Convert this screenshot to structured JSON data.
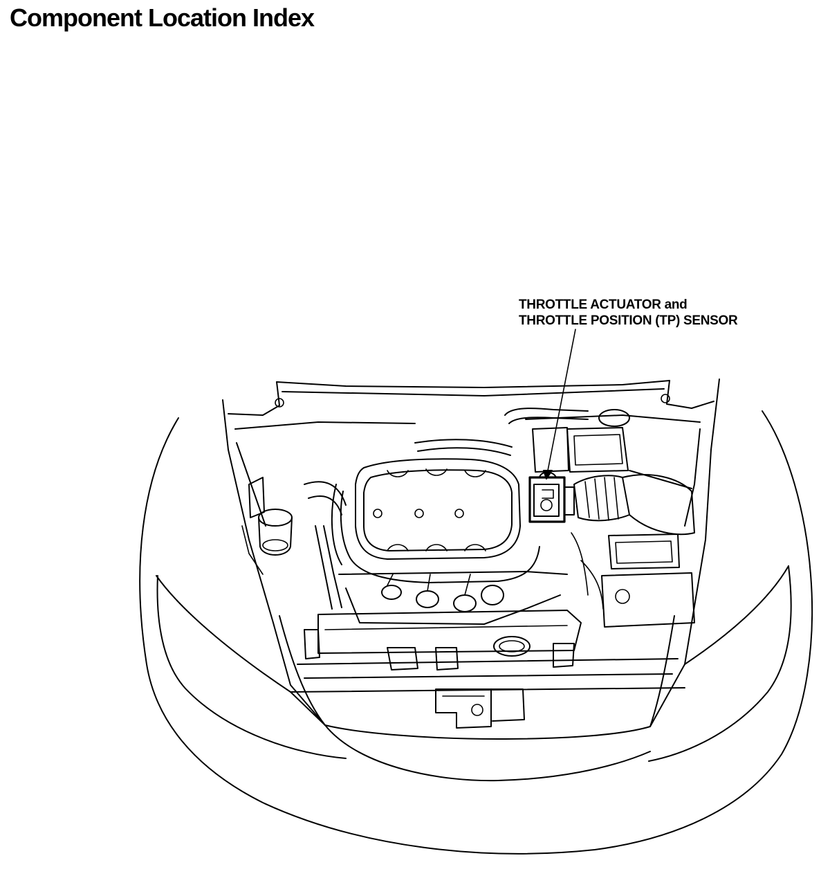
{
  "page": {
    "title": "Component Location Index"
  },
  "callout": {
    "line1": "THROTTLE ACTUATOR and",
    "line2": "THROTTLE POSITION (TP) SENSOR"
  },
  "illustration": {
    "subject": "engine-compartment",
    "highlighted_component": "throttle-body"
  }
}
